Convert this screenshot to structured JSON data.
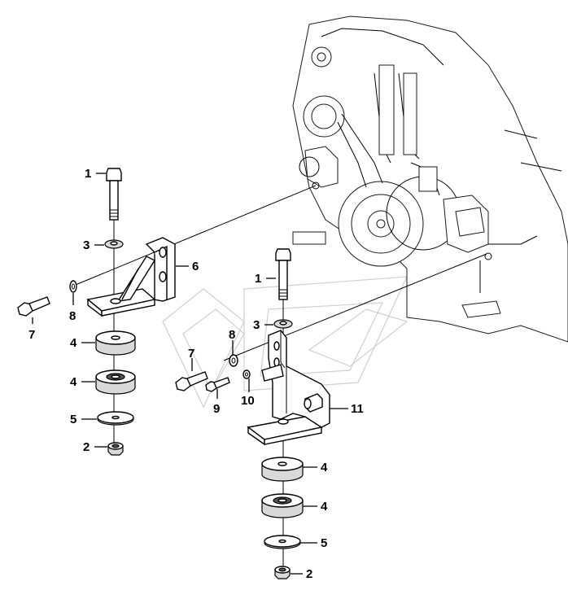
{
  "callouts": [
    {
      "id": "c1a",
      "text": "1"
    },
    {
      "id": "c3a",
      "text": "3"
    },
    {
      "id": "c6",
      "text": "6"
    },
    {
      "id": "c8a",
      "text": "8"
    },
    {
      "id": "c7a",
      "text": "7"
    },
    {
      "id": "c4a",
      "text": "4"
    },
    {
      "id": "c4b",
      "text": "4"
    },
    {
      "id": "c5a",
      "text": "5"
    },
    {
      "id": "c2a",
      "text": "2"
    },
    {
      "id": "c1b",
      "text": "1"
    },
    {
      "id": "c3b",
      "text": "3"
    },
    {
      "id": "c8b",
      "text": "8"
    },
    {
      "id": "c7b",
      "text": "7"
    },
    {
      "id": "c9",
      "text": "9"
    },
    {
      "id": "c10",
      "text": "10"
    },
    {
      "id": "c11",
      "text": "11"
    },
    {
      "id": "c4c",
      "text": "4"
    },
    {
      "id": "c4d",
      "text": "4"
    },
    {
      "id": "c5b",
      "text": "5"
    },
    {
      "id": "c2b",
      "text": "2"
    }
  ]
}
